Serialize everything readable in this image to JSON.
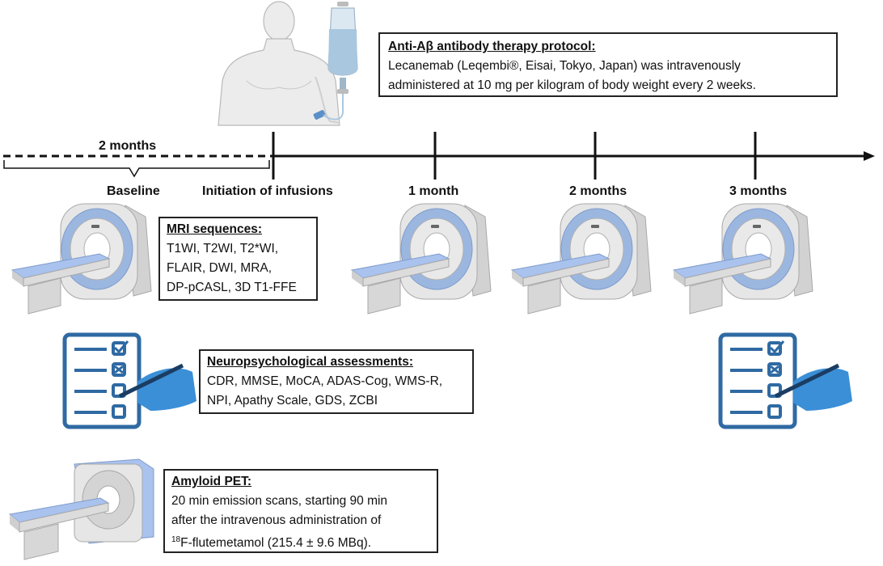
{
  "timeline": {
    "baseline_span": "2 months",
    "baseline": "Baseline",
    "initiation": "Initiation of infusions",
    "month1": "1 month",
    "month2": "2 months",
    "month3": "3 months"
  },
  "therapy": {
    "heading": "Anti-Aβ antibody therapy protocol:",
    "line1": "Lecanemab (Leqembi®, Eisai, Tokyo, Japan) was intravenously",
    "line2": "administered at 10 mg per kilogram of body weight every 2 weeks."
  },
  "mri": {
    "heading": "MRI sequences:",
    "line1": "T1WI, T2WI, T2*WI,",
    "line2": "FLAIR, DWI, MRA,",
    "line3": "DP-pCASL, 3D T1-FFE"
  },
  "neuro": {
    "heading": "Neuropsychological assessments:",
    "line1": "CDR, MMSE, MoCA, ADAS-Cog, WMS-R,",
    "line2": "NPI, Apathy Scale, GDS, ZCBI"
  },
  "pet": {
    "heading": "Amyloid PET:",
    "line1": "20 min emission scans, starting 90 min",
    "line2": "after the intravenous administration of",
    "line3_sup": "18",
    "line3": "F-flutemetamol (215.4 ± 9.6 MBq)."
  },
  "colors": {
    "scanner_body": "#e6e6e6",
    "scanner_ring": "#9bb7e0",
    "bed": "#a9c2ee",
    "clipboard": "#2f6aa3",
    "hand": "#3b8fd6",
    "iv_bag": "#a9c7df"
  }
}
